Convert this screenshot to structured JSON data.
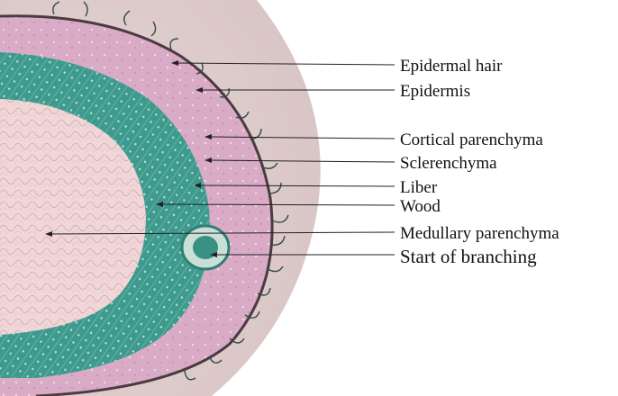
{
  "figure": {
    "labels": [
      "Epidermal hair",
      "Epidermis",
      "Cortical parenchyma",
      "Sclerenchyma",
      "Liber",
      "Wood",
      "Medullary parenchyma",
      "Start of branching"
    ]
  },
  "colors": {
    "background": "#ffffff",
    "disc_outer": "#e2cfd0",
    "cortex": "#d8a8c4",
    "xylem": "#3f9a8e",
    "pith": "#f0d3d6",
    "label_text": "#111111"
  }
}
